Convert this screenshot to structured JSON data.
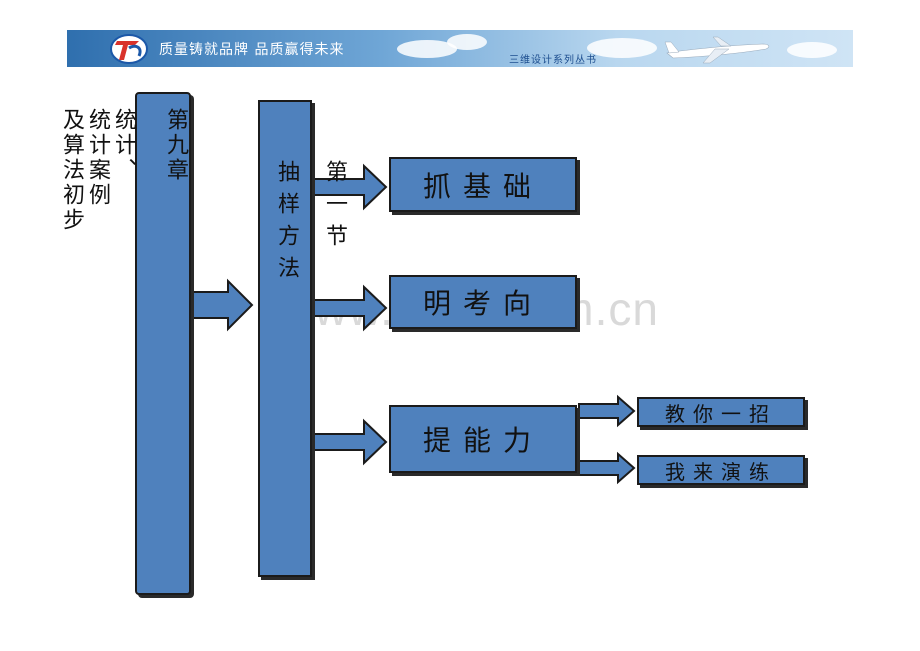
{
  "banner": {
    "slogan": "质量铸就品牌 品质赢得未来",
    "series": "三维设计系列丛书"
  },
  "watermark": "www.zixin.com.cn",
  "chapter": {
    "label": "第九章\n\n统计、\n统计案例\n及算法初步"
  },
  "section": {
    "label": "第一节\n\n抽样方法"
  },
  "branches": [
    {
      "label": "抓基础"
    },
    {
      "label": "明考向"
    },
    {
      "label": "提能力"
    }
  ],
  "sub_branches": [
    {
      "label": "教你一招"
    },
    {
      "label": "我来演练"
    }
  ],
  "colors": {
    "box_fill": "#4f81bd",
    "border": "#1b1b1b"
  }
}
